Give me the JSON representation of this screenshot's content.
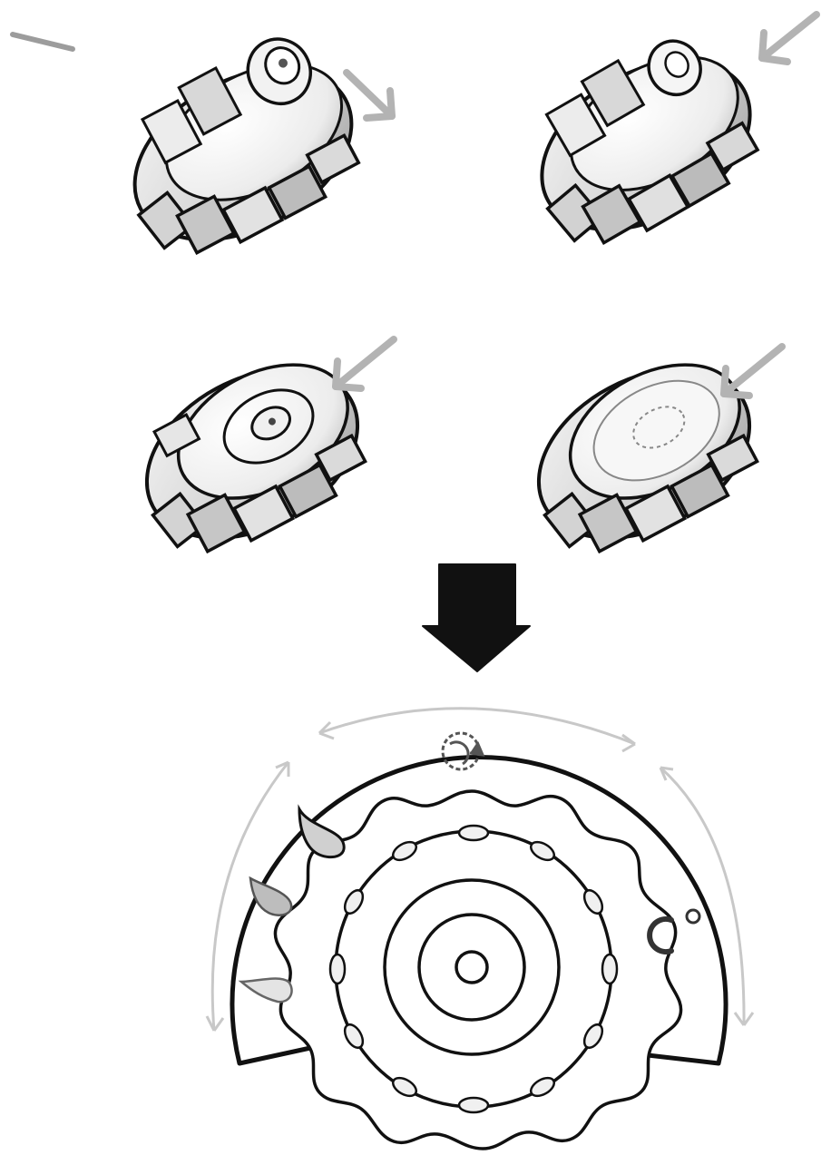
{
  "colors": {
    "ink": "#111111",
    "gray_arrow": "#b3b3b3",
    "light_stroke": "#c8c8c8",
    "shade": "#d4d4d4",
    "shade_dark": "#a9a9a9",
    "background": "#ffffff"
  },
  "diagram": {
    "wheel_views": [
      {
        "id": "wheel-top-left",
        "icon": "paddle-wheel-angled-view",
        "arrow": "gray-arrow-right-down"
      },
      {
        "id": "wheel-top-right",
        "icon": "paddle-wheel-angled-view",
        "arrow": "gray-arrow-down-left"
      },
      {
        "id": "wheel-middle-left",
        "icon": "paddle-wheel-front-view",
        "arrow": "gray-arrow-down-left"
      },
      {
        "id": "wheel-middle-right",
        "icon": "paddle-wheel-closed-face-view",
        "arrow": "gray-arrow-down-left"
      }
    ],
    "transition_arrow_icon": "black-down-arrow",
    "control_dial": {
      "icons": [
        "rotate-icon",
        "droplet-large-icon",
        "droplet-medium-icon",
        "droplet-small-icon",
        "temperature-celsius-icon"
      ]
    }
  }
}
